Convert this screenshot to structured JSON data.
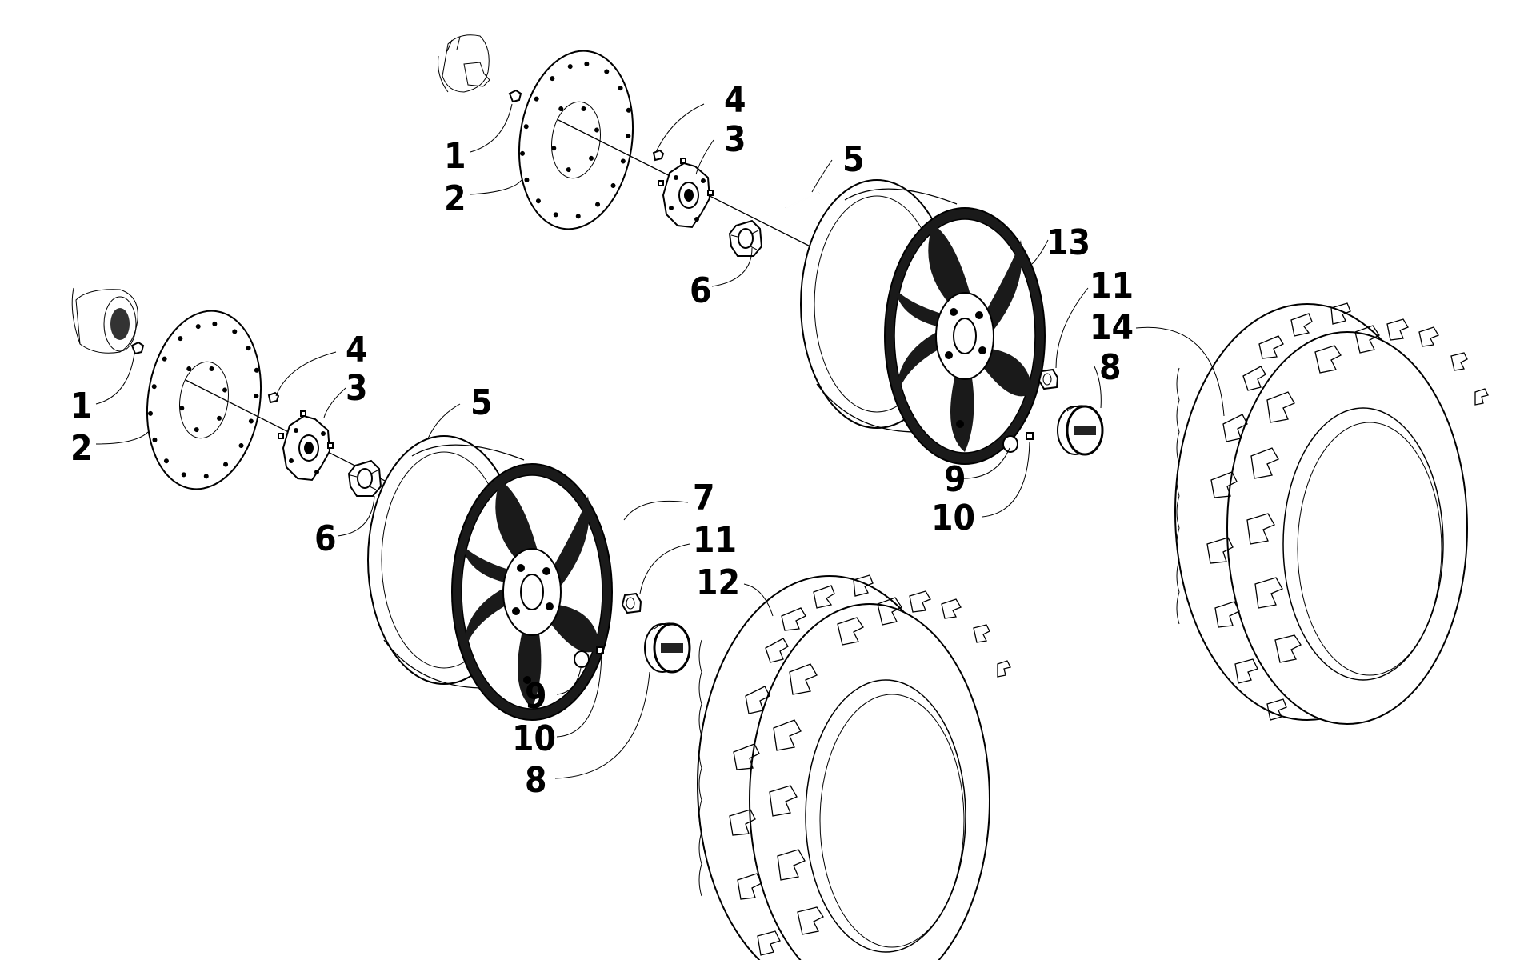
{
  "diagram": {
    "type": "exploded-parts-diagram",
    "callouts": [
      {
        "id": "c1a",
        "text": "1"
      },
      {
        "id": "c2a",
        "text": "2"
      },
      {
        "id": "c4a",
        "text": "4"
      },
      {
        "id": "c3a",
        "text": "3"
      },
      {
        "id": "c5a",
        "text": "5"
      },
      {
        "id": "c6a",
        "text": "6"
      },
      {
        "id": "c13",
        "text": "13"
      },
      {
        "id": "c11a",
        "text": "11"
      },
      {
        "id": "c14",
        "text": "14"
      },
      {
        "id": "c8a",
        "text": "8"
      },
      {
        "id": "c9a",
        "text": "9"
      },
      {
        "id": "c10a",
        "text": "10"
      },
      {
        "id": "c1b",
        "text": "1"
      },
      {
        "id": "c2b",
        "text": "2"
      },
      {
        "id": "c4b",
        "text": "4"
      },
      {
        "id": "c3b",
        "text": "3"
      },
      {
        "id": "c5b",
        "text": "5"
      },
      {
        "id": "c6b",
        "text": "6"
      },
      {
        "id": "c7",
        "text": "7"
      },
      {
        "id": "c11b",
        "text": "11"
      },
      {
        "id": "c12",
        "text": "12"
      },
      {
        "id": "c9b",
        "text": "9"
      },
      {
        "id": "c10b",
        "text": "10"
      },
      {
        "id": "c8b",
        "text": "8"
      }
    ]
  }
}
